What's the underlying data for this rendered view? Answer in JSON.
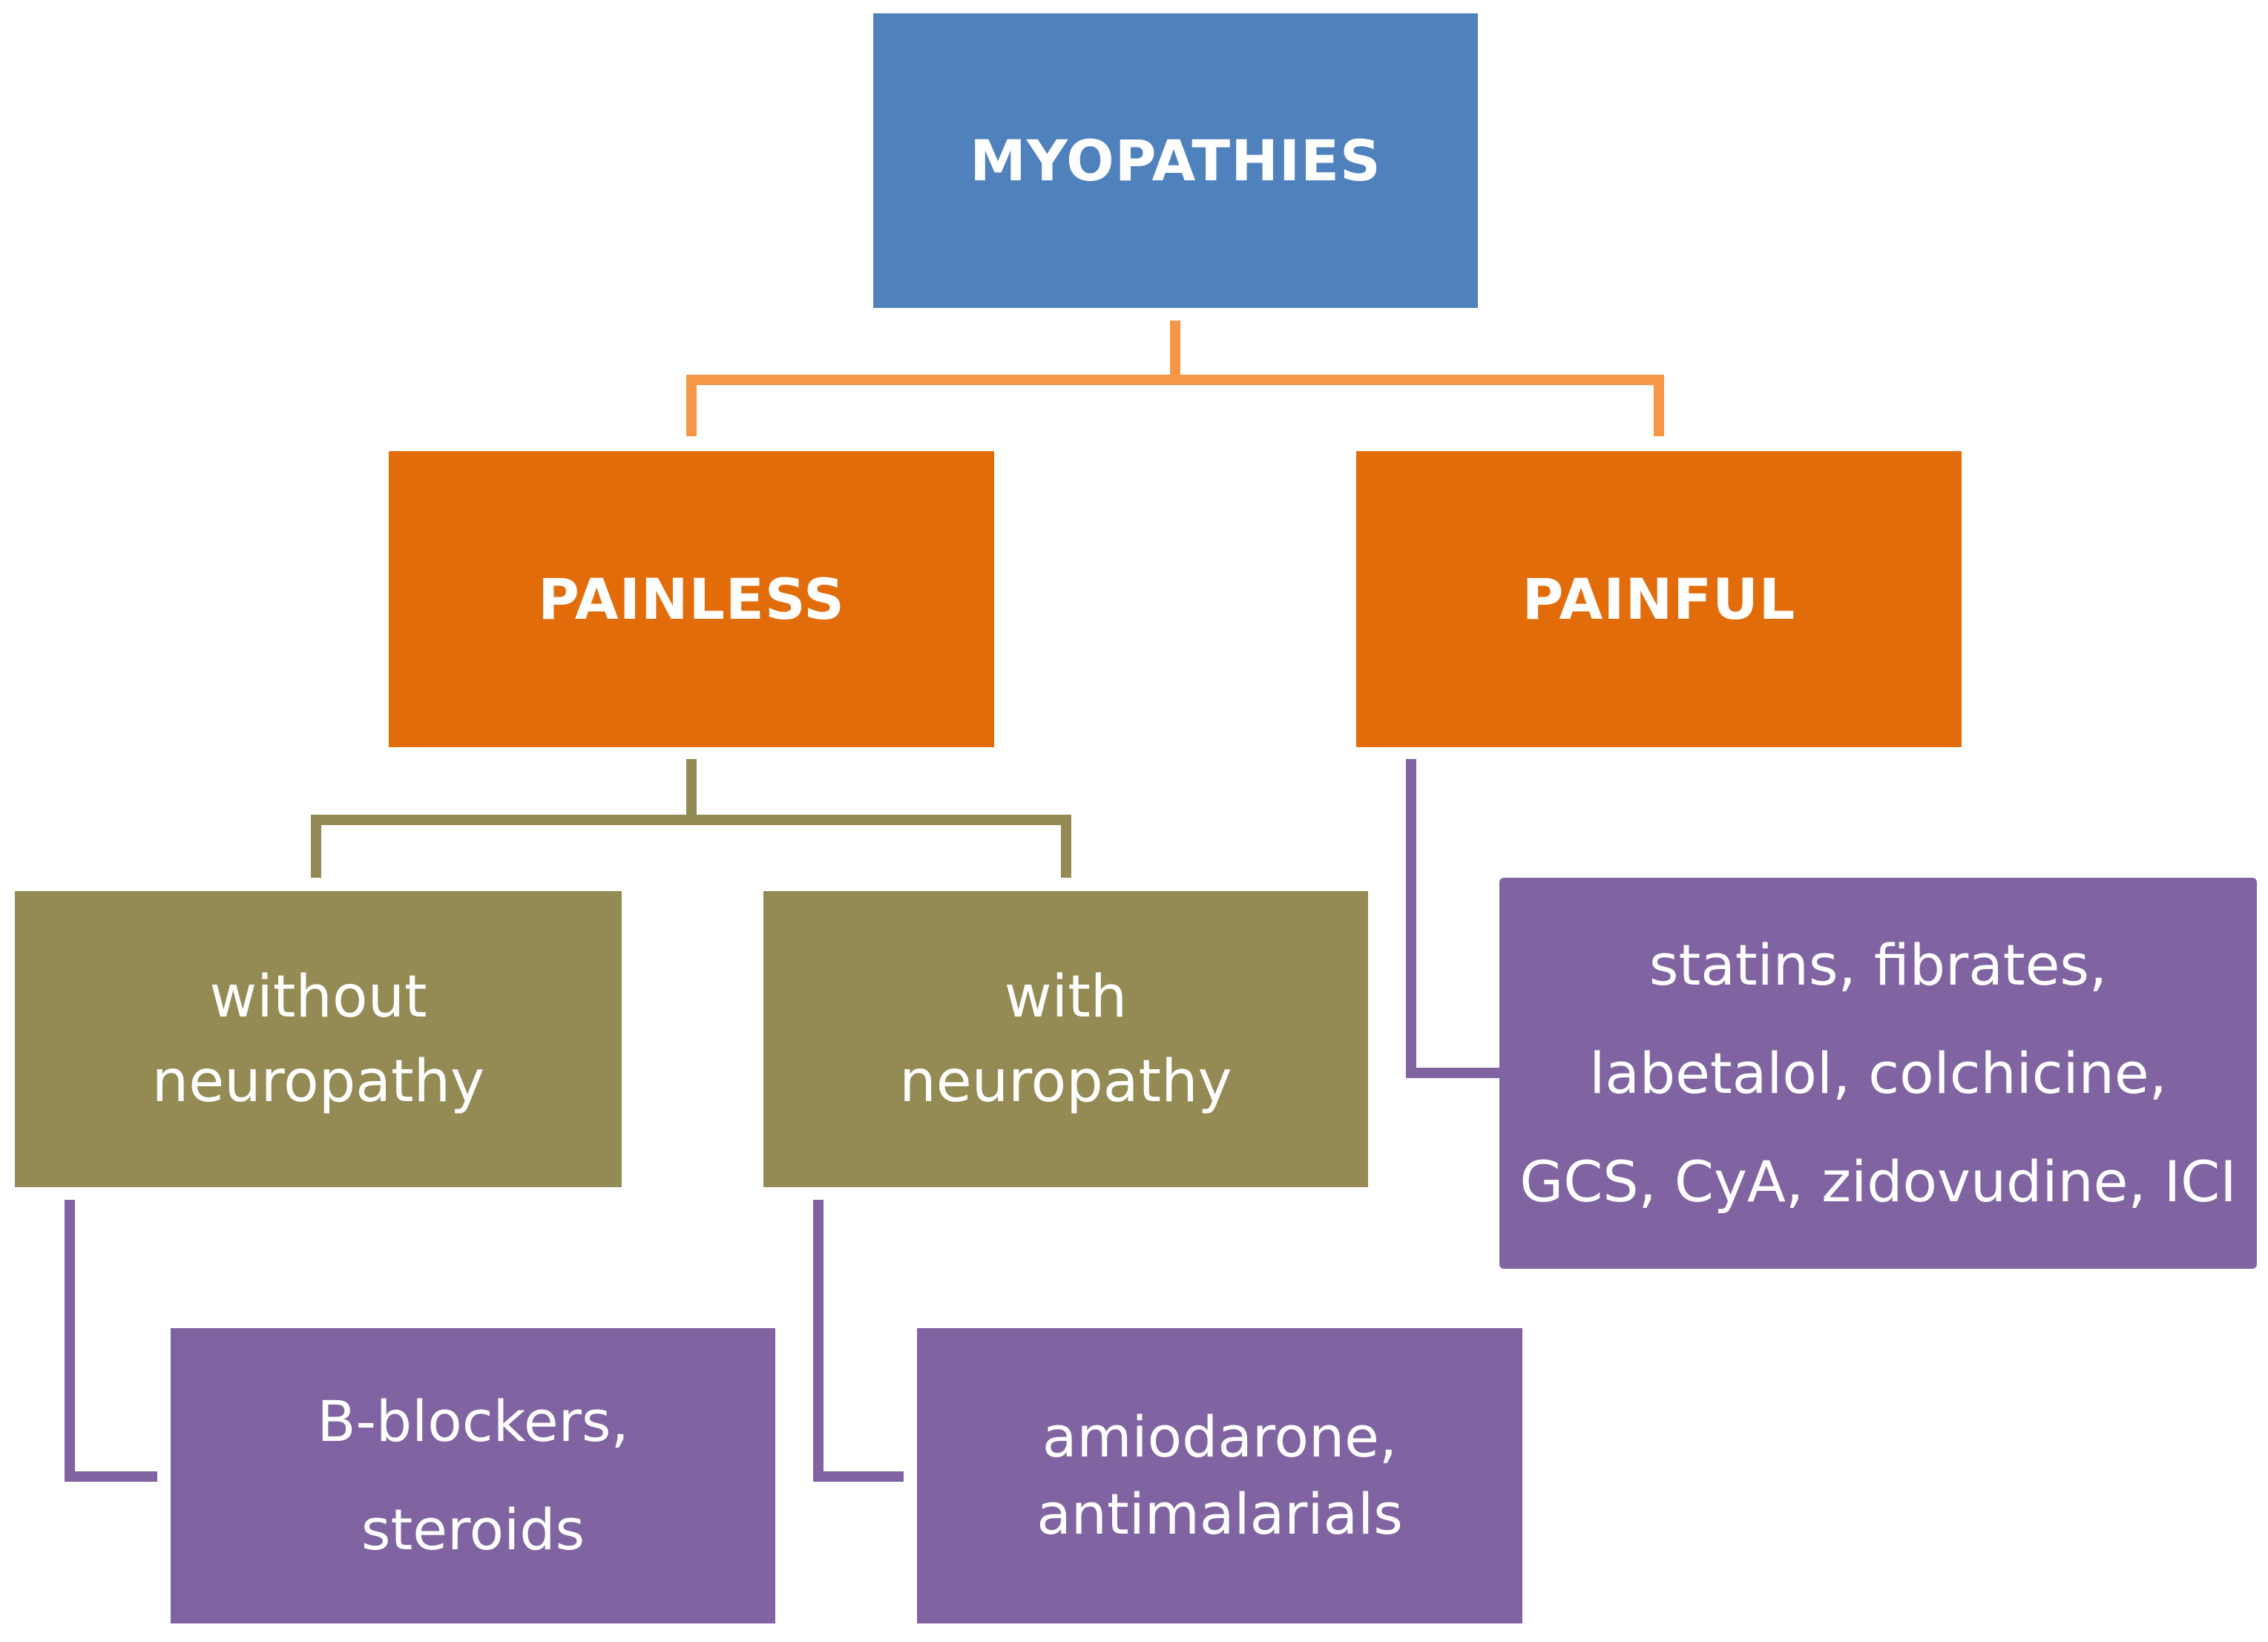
{
  "colors": {
    "level0": "#4f81bd",
    "level1": "#e36c0a",
    "level2": "#948a54",
    "drugs": "#8064a2",
    "connector_level1": "#f79646",
    "connector_level2": "#948a54",
    "connector_drugs": "#8064a2",
    "text": "#ffffff"
  },
  "nodes": {
    "root": {
      "label": "MYOPATHIES"
    },
    "painless": {
      "label": "PAINLESS"
    },
    "painful": {
      "label": "PAINFUL"
    },
    "without_neuropathy": {
      "lines": [
        "without",
        "neuropathy"
      ]
    },
    "with_neuropathy": {
      "lines": [
        "with",
        "neuropathy"
      ]
    },
    "drugs_painful": {
      "lines": [
        "statins, fibrates,",
        "labetalol, colchicine,",
        "GCS, CyA, zidovudine, ICI"
      ]
    },
    "drugs_without_neuropathy": {
      "lines": [
        "B-blockers,",
        "steroids"
      ]
    },
    "drugs_with_neuropathy": {
      "lines": [
        "amiodarone,",
        "antimalarials"
      ]
    }
  }
}
